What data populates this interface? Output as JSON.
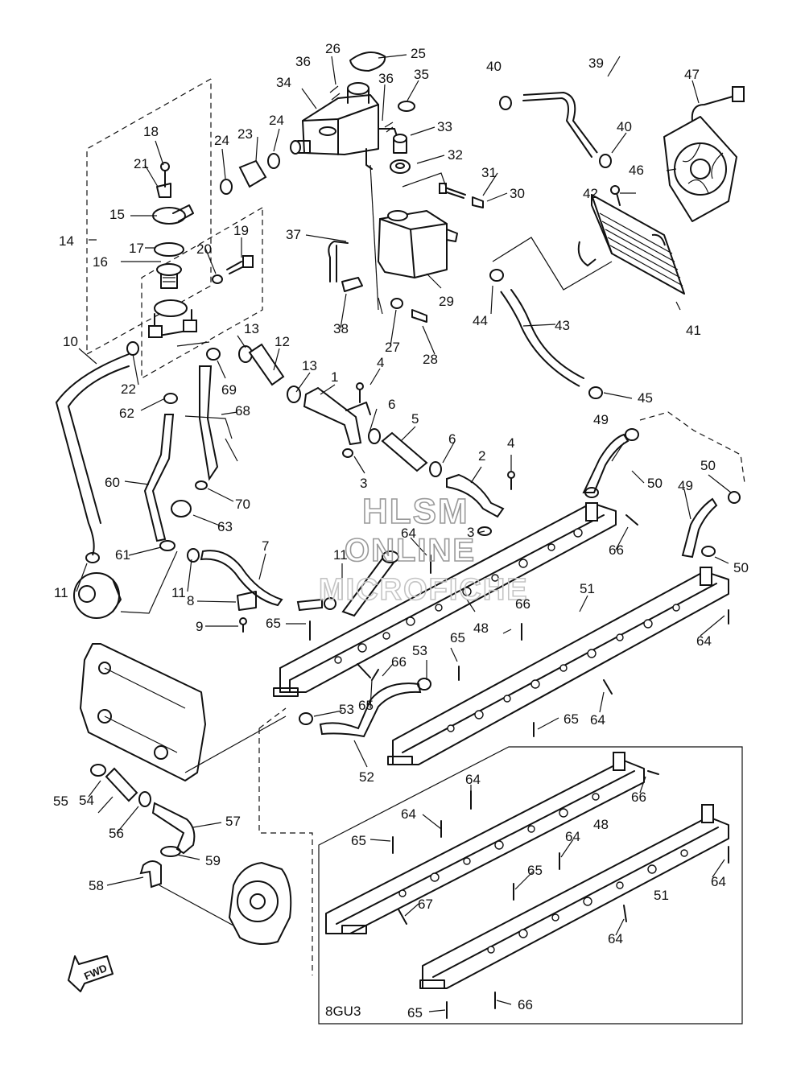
{
  "diagram": {
    "code": "8GU3",
    "fwd_label": "FWD",
    "watermark": [
      "HLSM",
      "ONLINE",
      "MICROFICHE"
    ]
  },
  "callouts": [
    "1",
    "2",
    "3",
    "3",
    "4",
    "4",
    "5",
    "6",
    "6",
    "7",
    "8",
    "9",
    "10",
    "11",
    "11",
    "11",
    "12",
    "13",
    "13",
    "14",
    "15",
    "16",
    "17",
    "18",
    "19",
    "20",
    "21",
    "22",
    "23",
    "24",
    "24",
    "25",
    "26",
    "27",
    "28",
    "29",
    "30",
    "31",
    "32",
    "33",
    "34",
    "35",
    "36",
    "36",
    "37",
    "38",
    "39",
    "40",
    "40",
    "41",
    "42",
    "43",
    "44",
    "45",
    "46",
    "47",
    "48",
    "48",
    "49",
    "49",
    "50",
    "50",
    "50",
    "51",
    "51",
    "52",
    "53",
    "53",
    "54",
    "55",
    "56",
    "57",
    "58",
    "59",
    "60",
    "61",
    "62",
    "63",
    "64",
    "64",
    "64",
    "64",
    "64",
    "64",
    "64",
    "64",
    "65",
    "65",
    "65",
    "65",
    "65",
    "65",
    "65",
    "66",
    "66",
    "66",
    "66",
    "66",
    "67",
    "68",
    "69",
    "70"
  ]
}
